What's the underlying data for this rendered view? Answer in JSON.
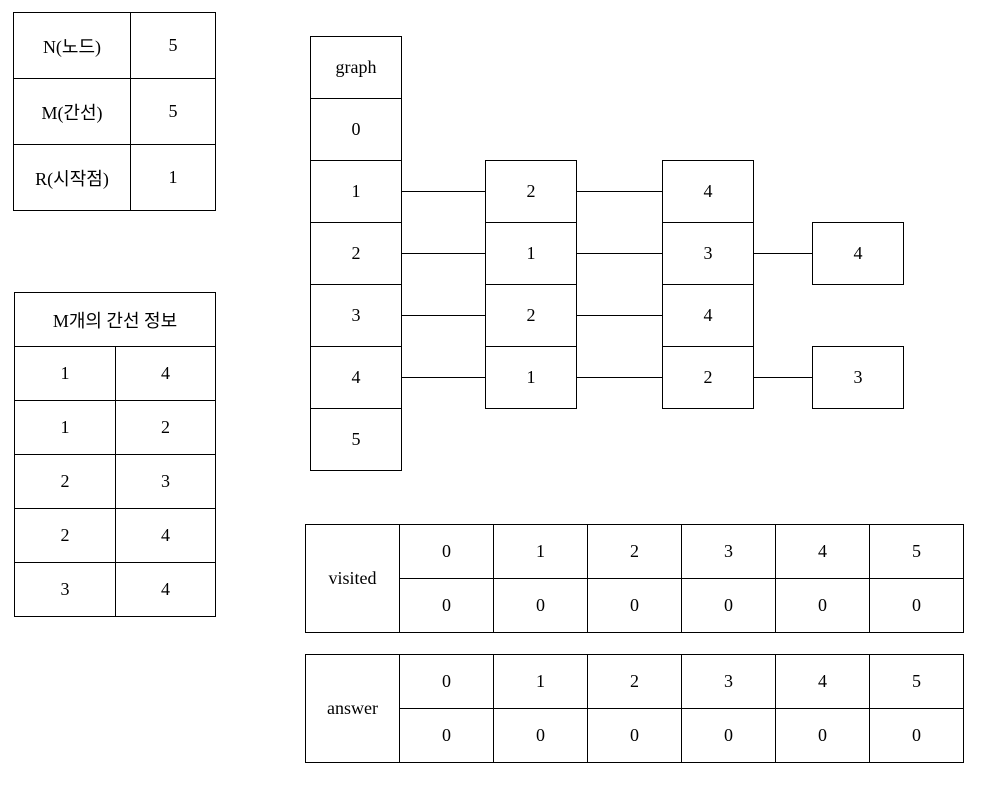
{
  "colors": {
    "background": "#ffffff",
    "border": "#000000",
    "text": "#000000"
  },
  "params_table": {
    "rows": [
      {
        "label": "N(노드)",
        "value": "5"
      },
      {
        "label": "M(간선)",
        "value": "5"
      },
      {
        "label": "R(시작점)",
        "value": "1"
      }
    ]
  },
  "edges_table": {
    "title": "M개의 간선 정보",
    "rows": [
      [
        "1",
        "4"
      ],
      [
        "1",
        "2"
      ],
      [
        "2",
        "3"
      ],
      [
        "2",
        "4"
      ],
      [
        "3",
        "4"
      ]
    ]
  },
  "graph_list": {
    "header": "graph",
    "indices": [
      "0",
      "1",
      "2",
      "3",
      "4",
      "5"
    ],
    "adjacency": {
      "level1": [
        "2",
        "1",
        "2",
        "1"
      ],
      "level2": [
        "4",
        "3",
        "4",
        "2"
      ],
      "level3": [
        "4",
        "3"
      ]
    }
  },
  "visited_table": {
    "label": "visited",
    "indices": [
      "0",
      "1",
      "2",
      "3",
      "4",
      "5"
    ],
    "values": [
      "0",
      "0",
      "0",
      "0",
      "0",
      "0"
    ]
  },
  "answer_table": {
    "label": "answer",
    "indices": [
      "0",
      "1",
      "2",
      "3",
      "4",
      "5"
    ],
    "values": [
      "0",
      "0",
      "0",
      "0",
      "0",
      "0"
    ]
  }
}
